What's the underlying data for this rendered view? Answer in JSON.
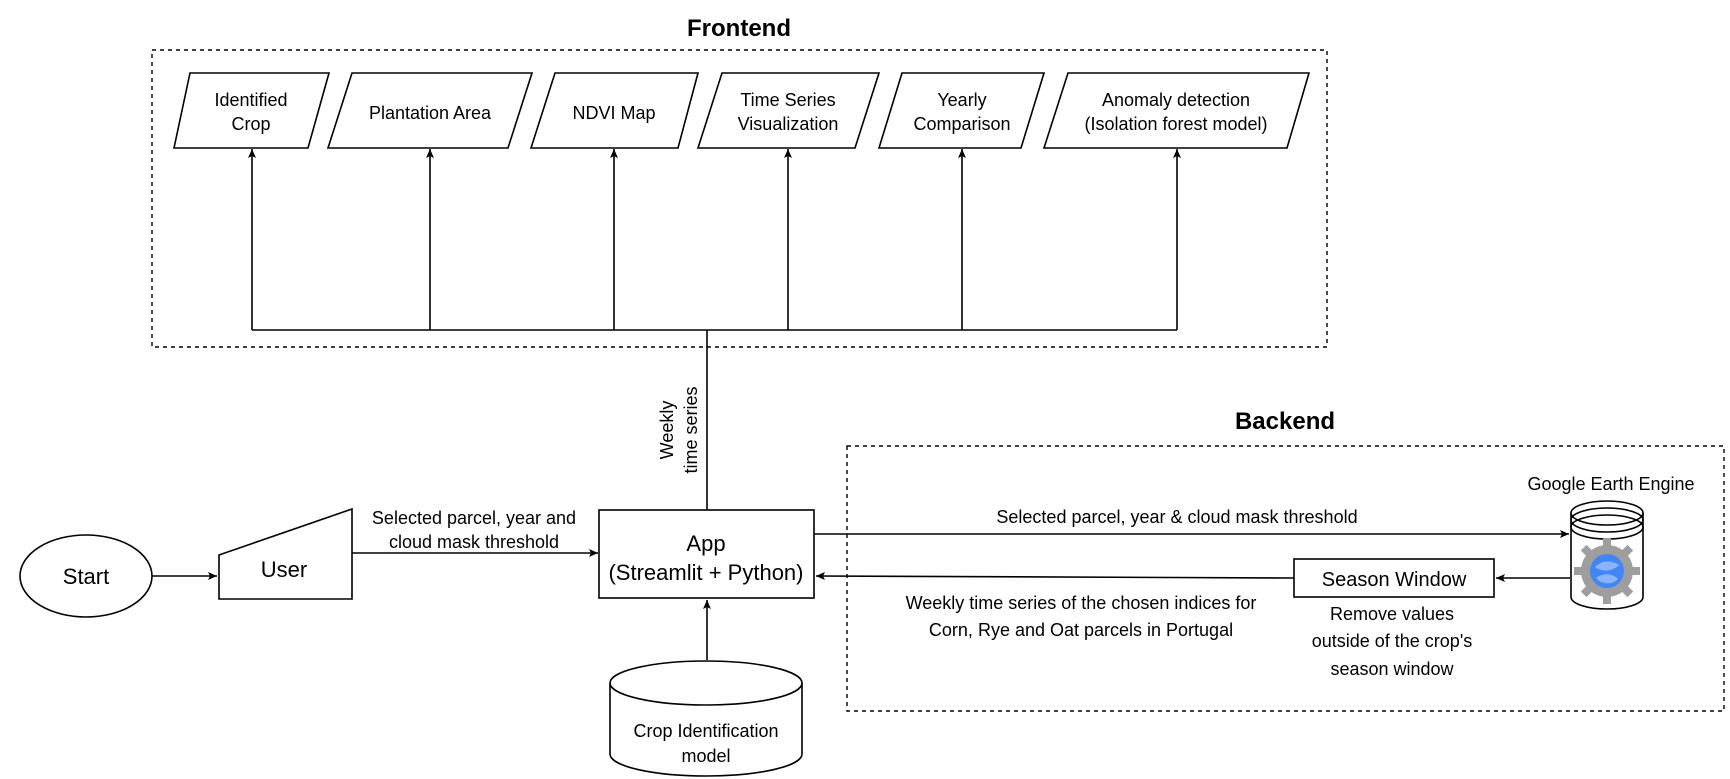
{
  "frontend": {
    "title": "Frontend",
    "outputs": [
      {
        "line1": "Identified",
        "line2": "Crop"
      },
      {
        "line1": "Plantation Area",
        "line2": ""
      },
      {
        "line1": "NDVI Map",
        "line2": ""
      },
      {
        "line1": "Time Series",
        "line2": "Visualization"
      },
      {
        "line1": "Yearly",
        "line2": "Comparison"
      },
      {
        "line1": "Anomaly detection",
        "line2": "(Isolation forest model)"
      }
    ]
  },
  "backend": {
    "title": "Backend"
  },
  "nodes": {
    "start": "Start",
    "user": "User",
    "app_line1": "App",
    "app_line2": "(Streamlit + Python)",
    "crop_model_line1": "Crop Identification",
    "crop_model_line2": "model",
    "gee_label": "Google Earth Engine",
    "season_window": "Season Window"
  },
  "edges": {
    "weekly_line1": "Weekly",
    "weekly_line2": "time series",
    "user_to_app_line1": "Selected parcel, year and",
    "user_to_app_line2": "cloud mask threshold",
    "app_to_gee": "Selected parcel, year & cloud mask threshold",
    "season_to_app_line1": "Weekly time series of the chosen indices for",
    "season_to_app_line2": "Corn, Rye and Oat parcels in Portugal",
    "season_note_line1": "Remove values",
    "season_note_line2": "outside of the crop's",
    "season_note_line3": "season window"
  },
  "colors": {
    "gear": "#9e9e9e",
    "globe": "#4285f4",
    "globe_light": "#8ab4f8"
  },
  "icons": {
    "gee": "google-earth-engine-icon"
  }
}
